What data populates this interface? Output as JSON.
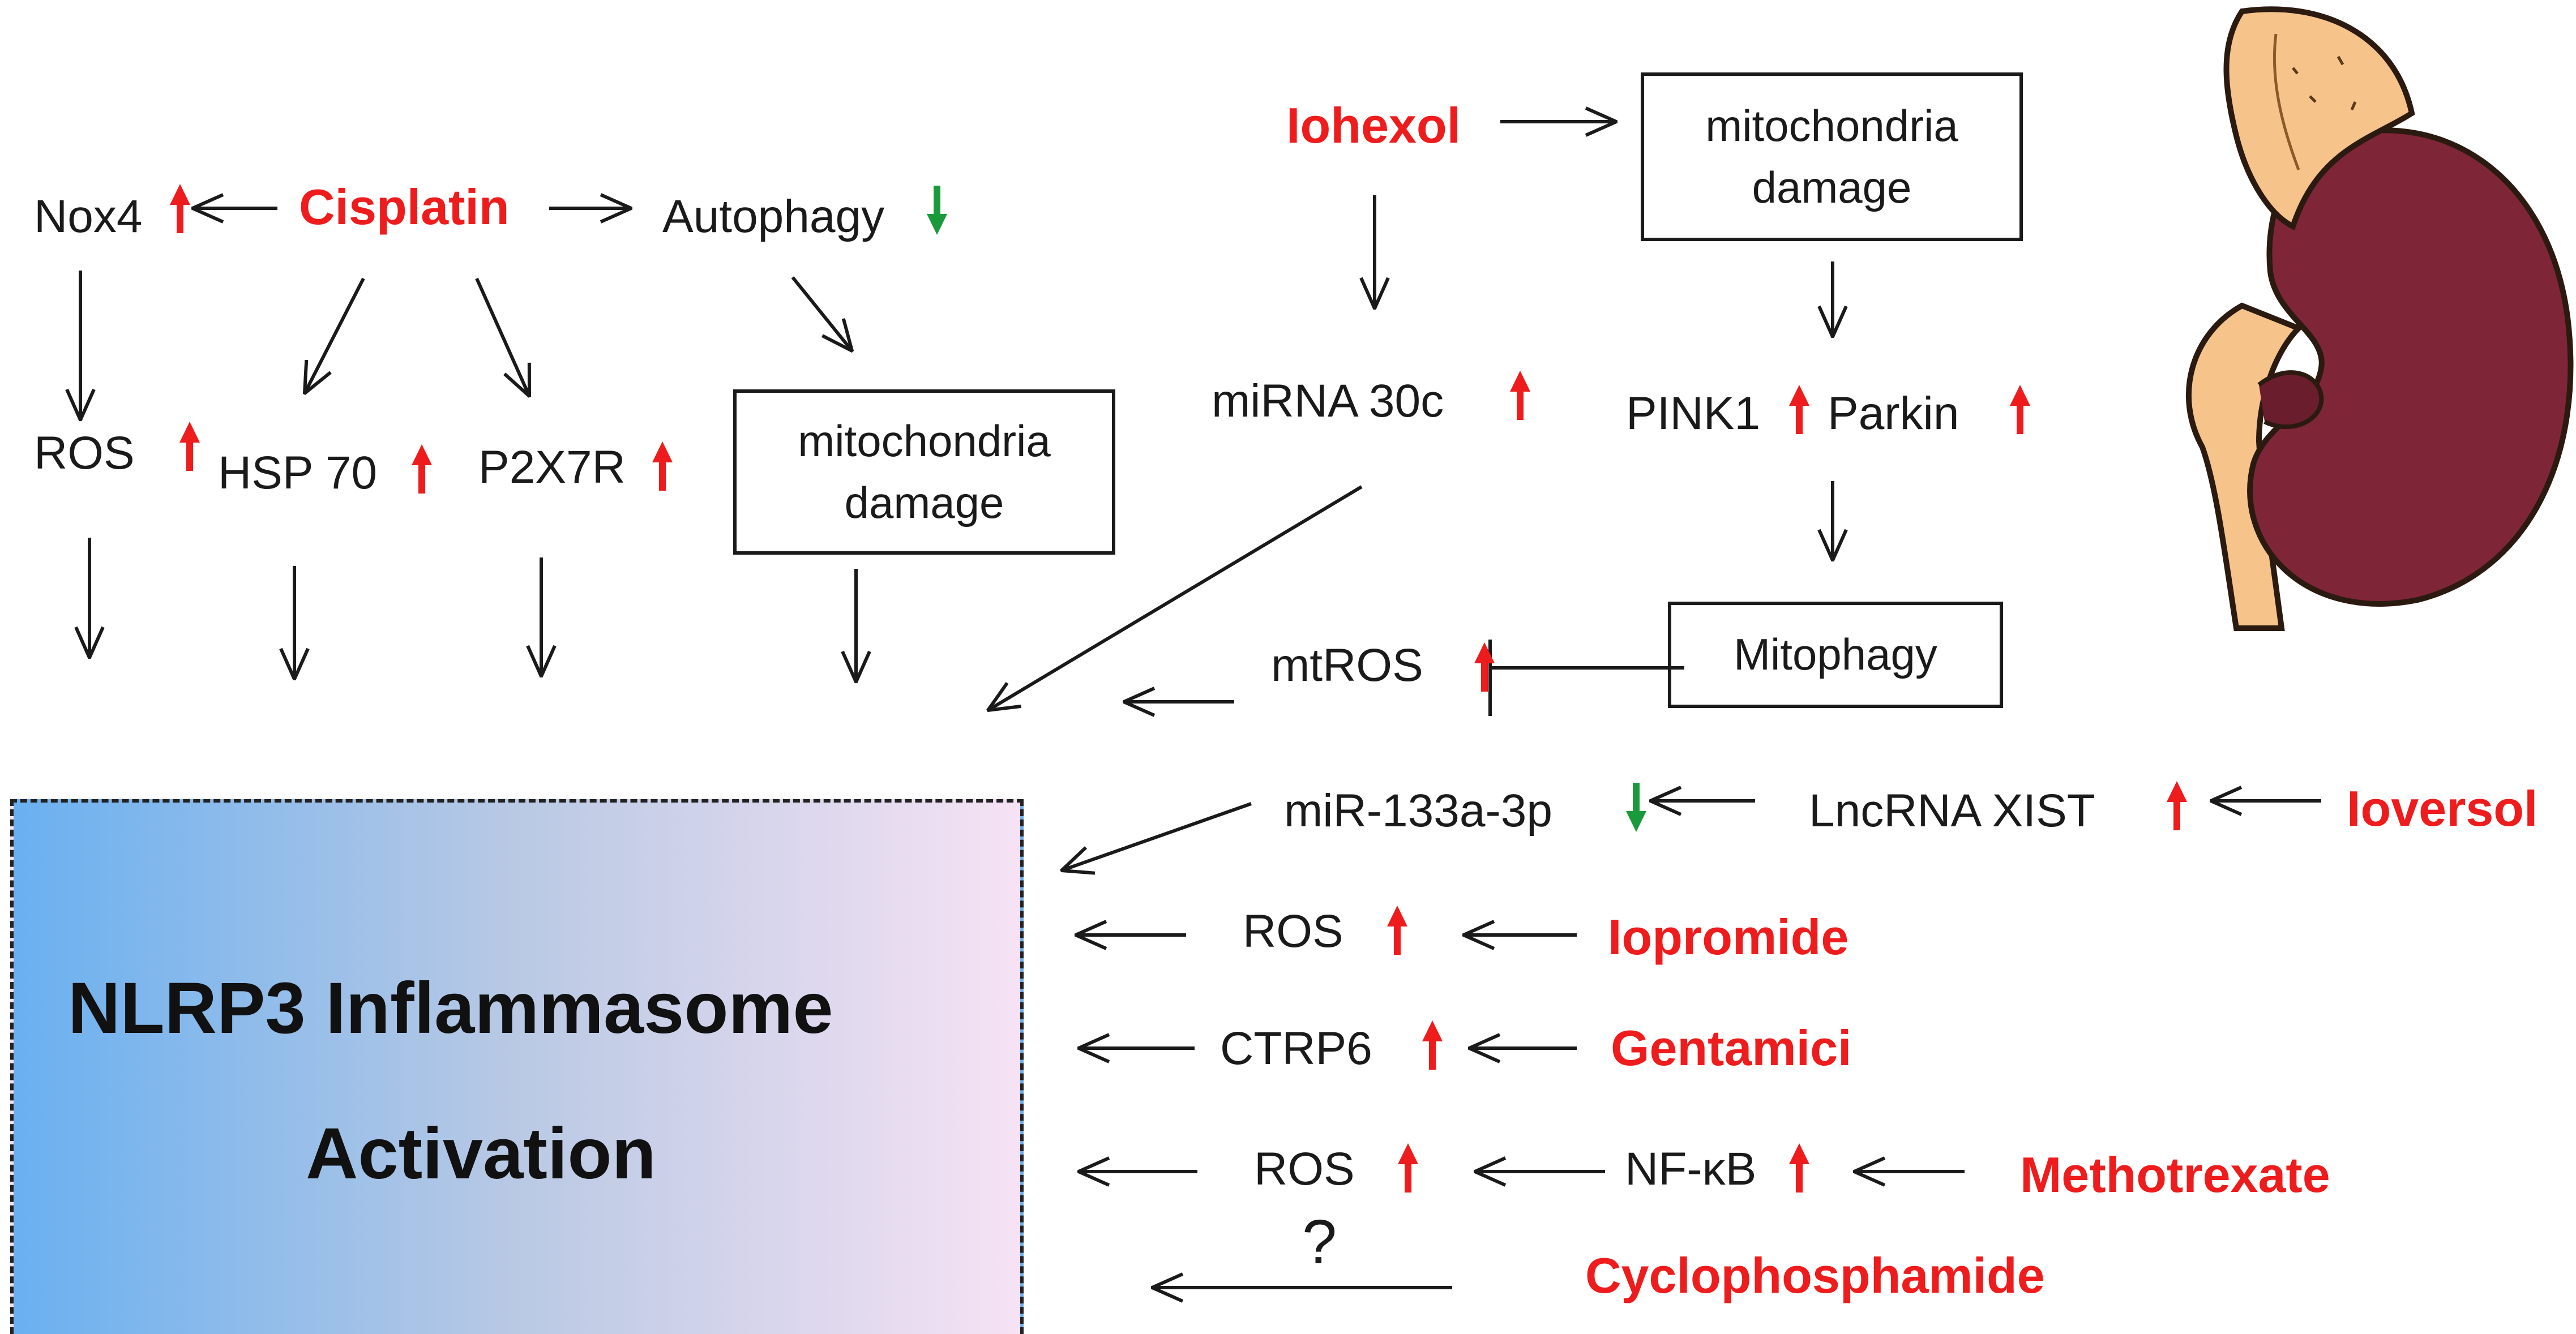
{
  "colors": {
    "drug": "#ee1c1c",
    "increase": "#ee1c1c",
    "decrease": "#1a9a3a",
    "text": "#1a1a1a",
    "kidney": "#7e2537",
    "adrenal": "#f6c38b"
  },
  "nlrp3": {
    "line1": "NLRP3 Inflammasome",
    "line2": "Activation"
  },
  "cisplatin": {
    "drug": "Cisplatin",
    "nox4": "Nox4",
    "autophagy": "Autophagy",
    "ros": "ROS",
    "hsp70": "HSP 70",
    "p2x7r": "P2X7R",
    "mito_damage": "mitochondria\ndamage"
  },
  "iohexol": {
    "drug": "Iohexol",
    "mito_damage": "mitochondria\ndamage",
    "mirna": "miRNA 30c",
    "pink1": "PINK1",
    "parkin": "Parkin",
    "mitophagy": "Mitophagy",
    "mtros": "mtROS"
  },
  "ioversol": {
    "drug": "Ioversol",
    "lncrna": "LncRNA XIST",
    "mir": "miR-133a-3p"
  },
  "iopromide": {
    "drug": "Iopromide",
    "ros": "ROS"
  },
  "gentamici": {
    "drug": "Gentamici",
    "ctrp6": "CTRP6"
  },
  "methotrexate": {
    "drug": "Methotrexate",
    "nfkb": "NF-κB",
    "ros": "ROS"
  },
  "cyclophosphamide": {
    "drug": "Cyclophosphamide",
    "question": "?"
  },
  "regulation_icons": [
    "up-arrow-icon",
    "down-arrow-icon"
  ]
}
